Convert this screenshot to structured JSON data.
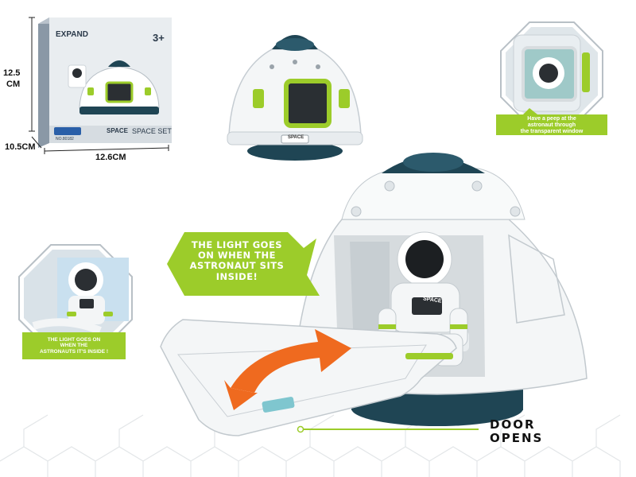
{
  "dimensions": {
    "height": "12.5",
    "height_unit": "CM",
    "depth": "10.5CM",
    "width": "12.6CM"
  },
  "box": {
    "brand": "EXPAND",
    "age": "3+",
    "title": "SPACE SET",
    "series": "SPACE",
    "item_no": "NO.80182"
  },
  "callouts": {
    "main_light": [
      "THE LIGHT GOES",
      "ON WHEN THE",
      "ASTRONAUT SITS",
      "INSIDE!"
    ],
    "small_light": [
      "THE LIGHT GOES ON",
      "WHEN THE",
      "ASTRONAUTS IT'S INSIDE !"
    ],
    "peep": [
      "Have a peep at the",
      "astronaut through",
      "the transparent window"
    ],
    "door": [
      "DOOR",
      "OPENS"
    ]
  },
  "astronaut_badge": "SPACE",
  "capsule_badge": "SPACE",
  "colors": {
    "accent_green": "#9ccc2a",
    "capsule_white": "#f4f6f7",
    "capsule_dark": "#1f4554",
    "arrow_orange": "#ef6a1f"
  }
}
